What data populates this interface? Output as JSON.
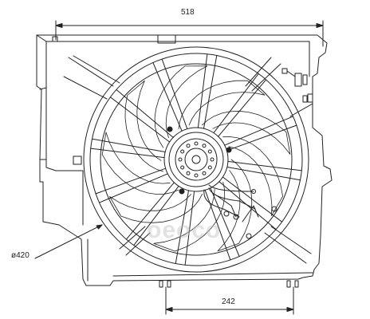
{
  "dimensions": {
    "width_label": "518",
    "bottom_label": "242",
    "diameter_label": "ø420"
  },
  "watermark": {
    "text": "oeoco"
  },
  "colors": {
    "line": "#222222",
    "background": "#ffffff",
    "watermark": "#bebebe"
  }
}
